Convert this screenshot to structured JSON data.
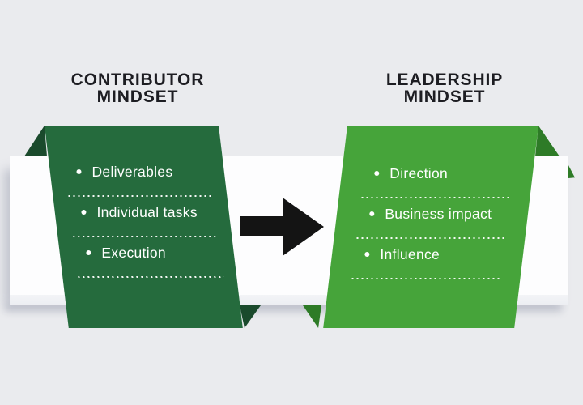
{
  "diagram": {
    "background_color": "#eaebee",
    "band_color": "#fdfdfe",
    "left": {
      "title_lines": [
        "CONTRIBUTOR",
        "MINDSET"
      ],
      "ribbon_color": "#256b3d",
      "fold_color": "#1a4a2c",
      "text_color": "#ffffff",
      "items": [
        "Deliverables",
        "Individual tasks",
        "Execution"
      ]
    },
    "right": {
      "title_lines": [
        "LEADERSHIP",
        "MINDSET"
      ],
      "ribbon_color": "#46a43a",
      "fold_color": "#2e7b27",
      "text_color": "#ffffff",
      "items": [
        "Direction",
        "Business impact",
        "Influence"
      ]
    },
    "arrow": {
      "direction": "right",
      "color": "#141414"
    }
  }
}
